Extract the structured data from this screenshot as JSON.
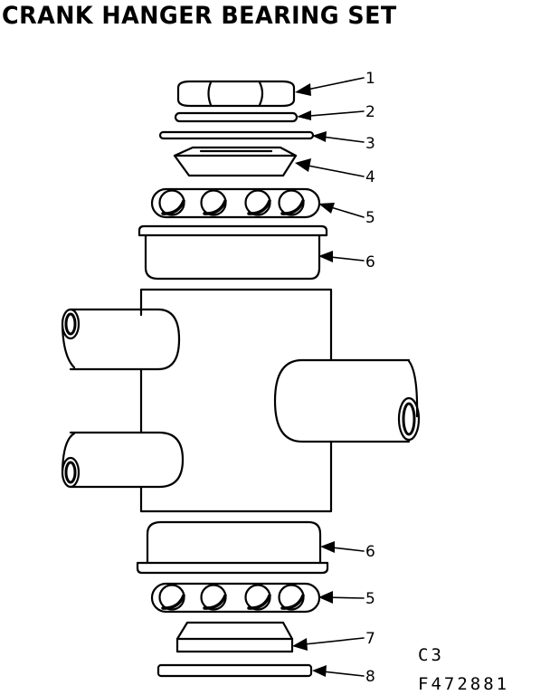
{
  "title": "CRANK HANGER BEARING SET",
  "callouts": [
    "1",
    "2",
    "3",
    "4",
    "5",
    "6",
    "6",
    "5",
    "7",
    "8"
  ],
  "diagram_code": "C3",
  "part_number": "F472881"
}
